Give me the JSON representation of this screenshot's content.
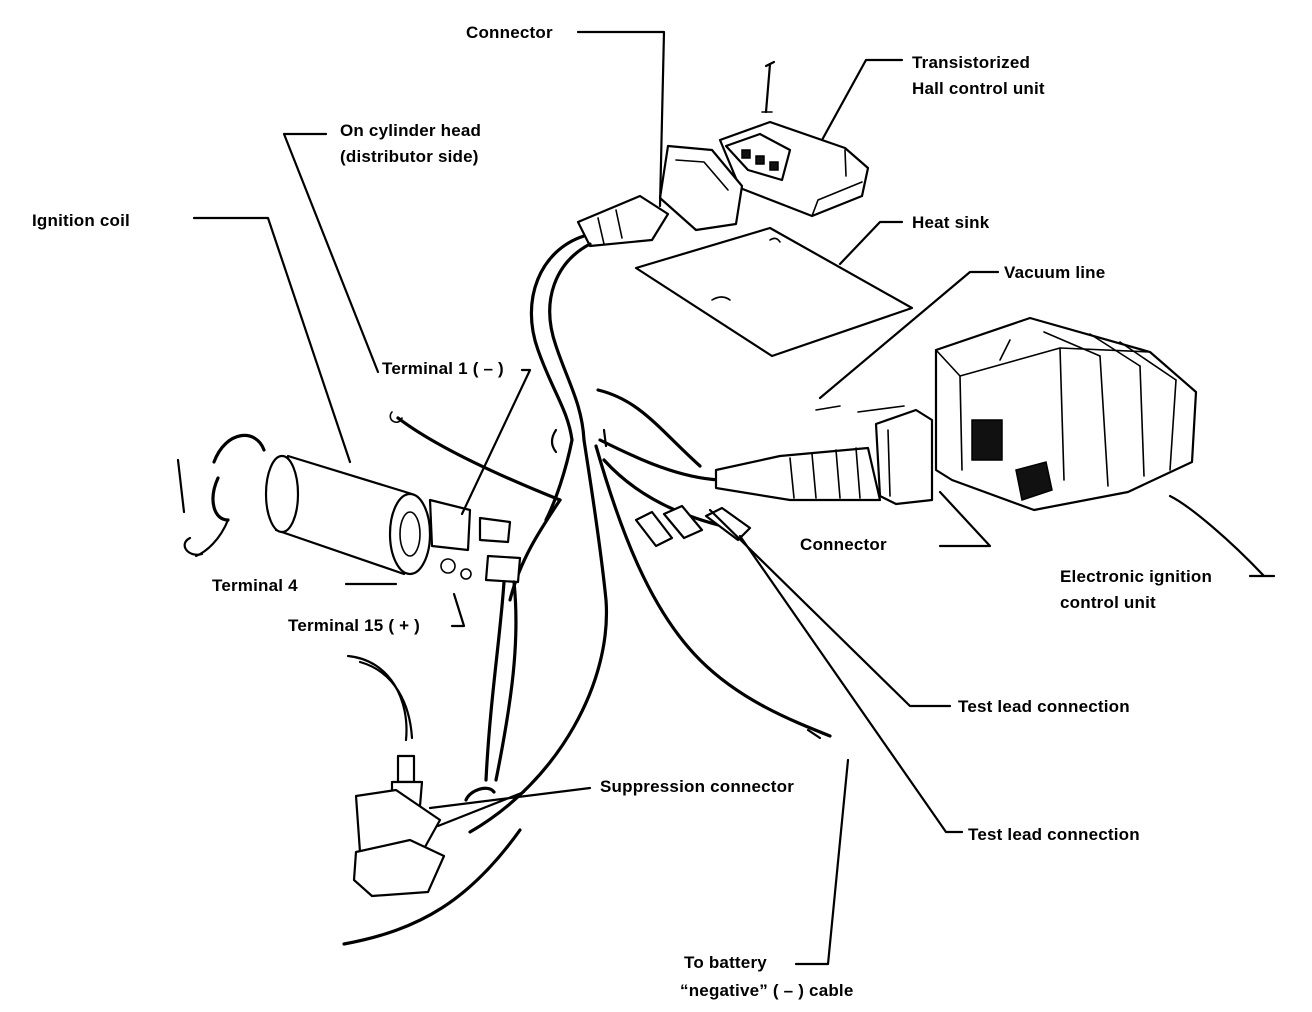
{
  "labels": {
    "connector_top": "Connector",
    "hall_unit_line1": "Transistorized",
    "hall_unit_line2": "Hall control unit",
    "cylinder_head_line1": "On cylinder head",
    "cylinder_head_line2": "(distributor side)",
    "ignition_coil": "Ignition coil",
    "heat_sink": "Heat sink",
    "vacuum_line": "Vacuum line",
    "terminal_1": "Terminal 1 ( – )",
    "connector_right": "Connector",
    "terminal_4": "Terminal 4",
    "terminal_15": "Terminal 15 ( + )",
    "electronic_unit_line1": "Electronic ignition",
    "electronic_unit_line2": "control unit",
    "test_lead_1": "Test lead connection",
    "suppression_connector": "Suppression connector",
    "test_lead_2": "Test lead connection",
    "battery_line1": "To battery",
    "battery_line2": "“negative” ( – ) cable"
  }
}
